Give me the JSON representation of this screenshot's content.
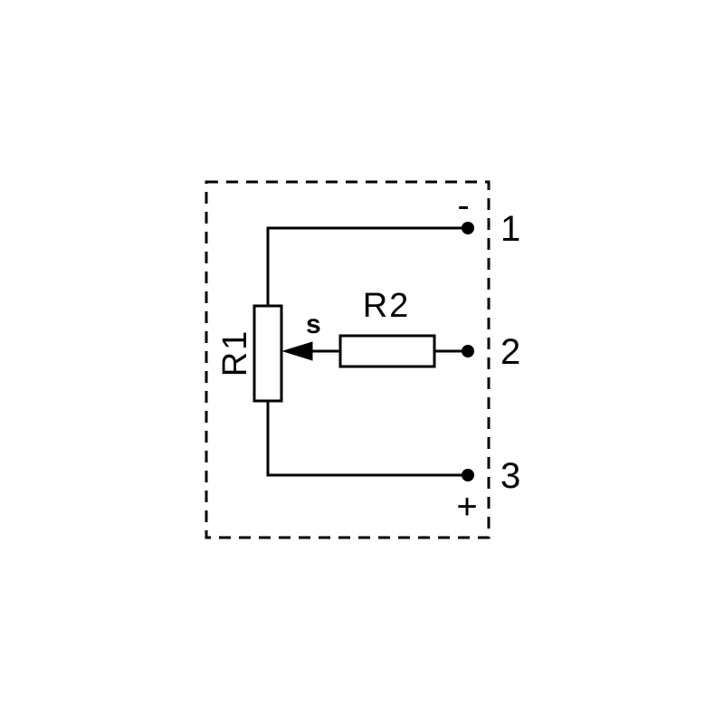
{
  "schematic": {
    "components": {
      "potentiometer_label": "R1",
      "resistor_label": "R2",
      "wiper_label": "s"
    },
    "terminals": [
      {
        "number": "1",
        "sign": "-"
      },
      {
        "number": "2",
        "sign": ""
      },
      {
        "number": "3",
        "sign": "+"
      }
    ],
    "colors": {
      "stroke": "#000000",
      "background": "#ffffff"
    }
  }
}
